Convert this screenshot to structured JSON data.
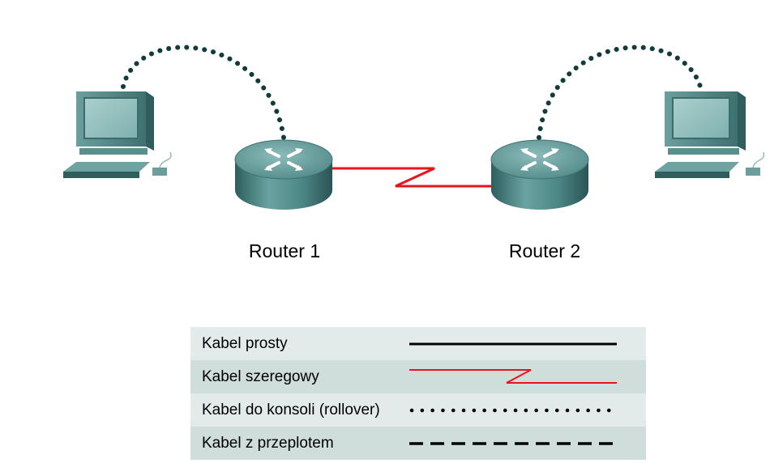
{
  "devices": {
    "router1": {
      "label": "Router 1"
    },
    "router2": {
      "label": "Router 2"
    }
  },
  "legend": [
    {
      "label": "Kabel prosty",
      "line_style": "solid",
      "color": "#000000"
    },
    {
      "label": "Kabel szeregowy",
      "line_style": "serial",
      "color": "#e8141b"
    },
    {
      "label": "Kabel do konsoli (rollover)",
      "line_style": "dotted",
      "color": "#000000"
    },
    {
      "label": "Kabel z przeplotem",
      "line_style": "dashed",
      "color": "#000000"
    }
  ],
  "colors": {
    "console_cable": "#123c3a",
    "serial_cable": "#e8141b",
    "device_teal": "#4f8c8b",
    "legend_row_light": "#e3ebea",
    "legend_row_dark": "#cfdddb"
  }
}
